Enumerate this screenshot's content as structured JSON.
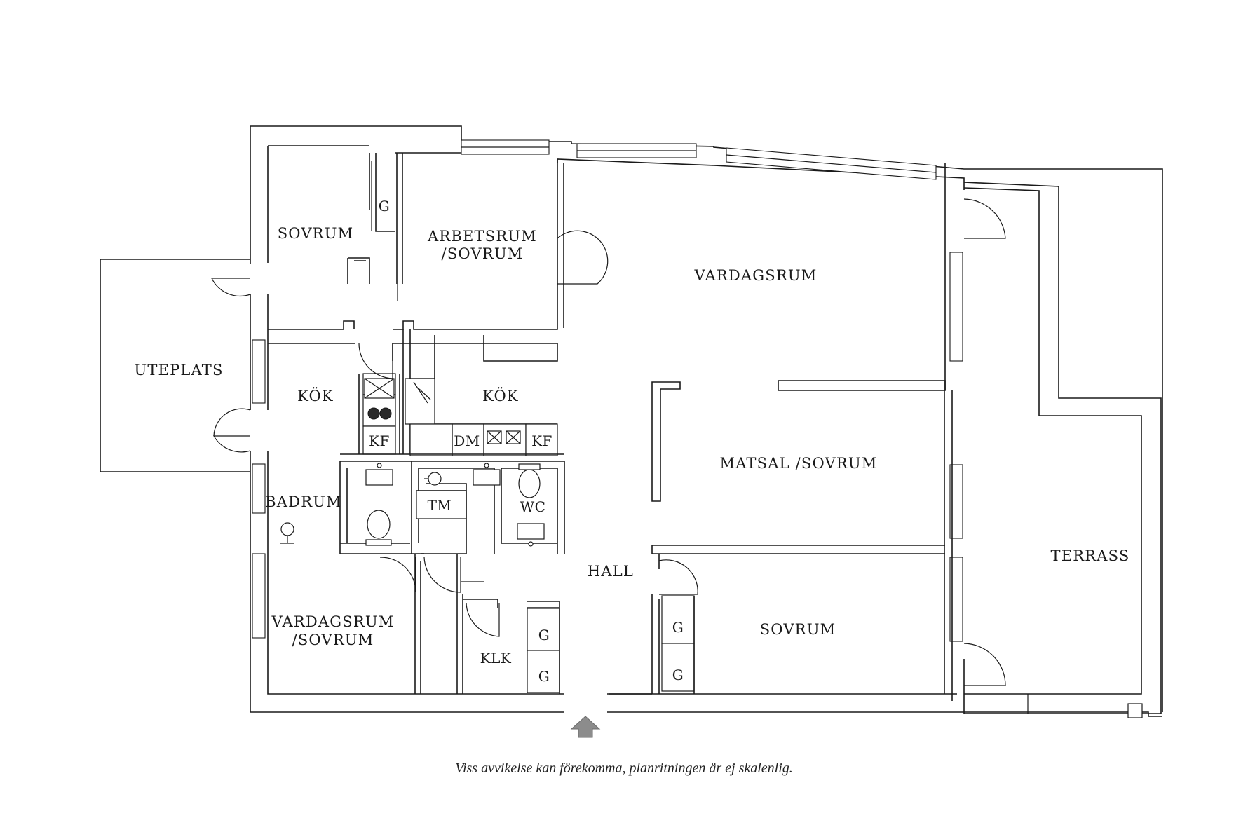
{
  "rooms": {
    "sovrum_top": "SOVRUM",
    "garderob_top": "G",
    "arbetsrum_line1": "ARBETSRUM",
    "arbetsrum_line2": "/SOVRUM",
    "vardagsrum": "VARDAGSRUM",
    "uteplats": "UTEPLATS",
    "kok_left": "KÖK",
    "kok_right": "KÖK",
    "kf_left": "KF",
    "dm": "DM",
    "kf_right": "KF",
    "badrum": "BADRUM",
    "tm": "TM",
    "wc": "WC",
    "matsal": "MATSAL /SOVRUM",
    "hall": "HALL",
    "terrass": "TERRASS",
    "vardagsrum_sovrum_line1": "VARDAGSRUM",
    "vardagsrum_sovrum_line2": "/SOVRUM",
    "klk": "KLK",
    "g_klk_1": "G",
    "g_klk_2": "G",
    "g_sovrum_1": "G",
    "g_sovrum_2": "G",
    "sovrum_bottom": "SOVRUM"
  },
  "disclaimer": "Viss avvikelse kan förekomma, planritningen är ej skalenlig.",
  "colors": {
    "line": "#1a1a1a",
    "background": "#ffffff",
    "entrance_arrow": "#8c8c8c"
  },
  "icons": {
    "entrance": "entrance-arrow-icon"
  }
}
